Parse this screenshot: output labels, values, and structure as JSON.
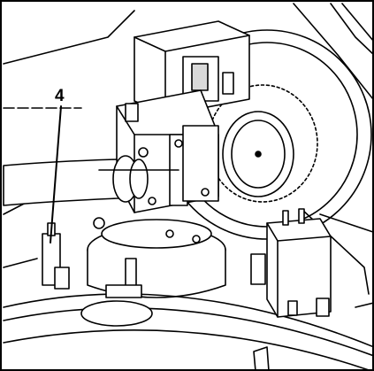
{
  "diagram": {
    "callouts": [
      {
        "label": "4"
      }
    ],
    "colors": {
      "ink": "#000000",
      "paper": "#ffffff",
      "shade": "#d9d9d9"
    },
    "components": [
      "gas-valve",
      "fan-housing",
      "gas-pipe",
      "burner-plate",
      "electrode",
      "ignition-transformer"
    ]
  }
}
